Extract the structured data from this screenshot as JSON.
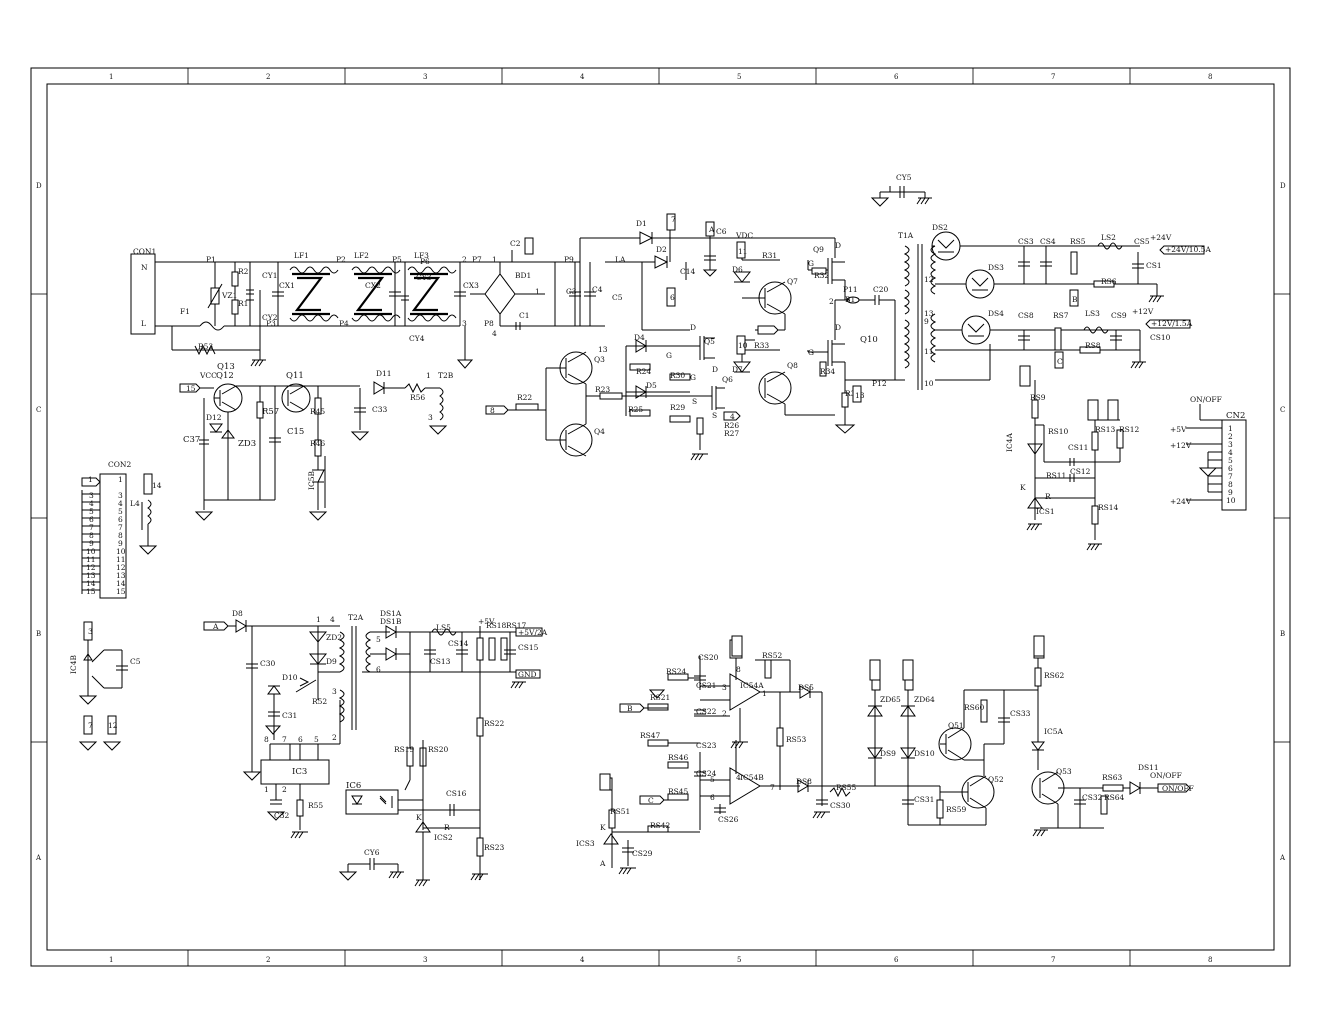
{
  "frame": {
    "col_labels": [
      "1",
      "2",
      "3",
      "4",
      "5",
      "6",
      "7",
      "8"
    ],
    "row_labels": [
      "D",
      "C",
      "B",
      "A"
    ]
  },
  "connectors": {
    "con1": {
      "name": "CON1",
      "pins": [
        "N",
        "L"
      ]
    },
    "con2": {
      "name": "CON2",
      "pins": [
        "1",
        "3",
        "4",
        "5",
        "6",
        "7",
        "8",
        "9",
        "10",
        "11",
        "12",
        "13",
        "14",
        "15"
      ],
      "pin_numbers": [
        "1",
        "3",
        "4",
        "5",
        "6",
        "7",
        "8",
        "9",
        "10",
        "11",
        "12",
        "13",
        "14",
        "15"
      ]
    },
    "cn2": {
      "name": "CN2",
      "pins": [
        "1",
        "2",
        "3",
        "4",
        "5",
        "6",
        "7",
        "8",
        "9",
        "10"
      ],
      "rails": [
        "+5V",
        "+12V",
        "+24V"
      ]
    },
    "onoff_top": "ON/OFF"
  },
  "labels": {
    "primary": [
      "P1",
      "F1",
      "R53",
      "Q13",
      "R2",
      "R1",
      "VZ1",
      "CY1",
      "CY2",
      "P3",
      "CX1",
      "LF1",
      "LF2",
      "LF3",
      "P2",
      "P4",
      "P5",
      "CX2",
      "CY3",
      "CY4",
      "P7",
      "CX3",
      "BD1",
      "P8",
      "C2",
      "C1",
      "P9",
      "C3",
      "C4",
      "C5",
      "LA",
      "D1",
      "D2",
      "C14",
      "C6",
      "VDC",
      "Q9",
      "R31",
      "D6",
      "Q7",
      "R32",
      "Q8",
      "R33",
      "D7",
      "R34",
      "R36",
      "P11",
      "B1",
      "C20",
      "Q10",
      "T1A",
      "P12",
      "CY5"
    ],
    "driver": [
      "15",
      "VCC",
      "Q12",
      "Q11",
      "R57",
      "D12",
      "ZD3",
      "C37",
      "C15",
      "R45",
      "R46",
      "D11",
      "R56",
      "T2B",
      "C33",
      "IC5B",
      "14",
      "L4",
      "R22",
      "Q3",
      "Q4",
      "R23",
      "D4",
      "R24",
      "D5",
      "R25",
      "R30",
      "R29",
      "Q5",
      "Q6",
      "R26",
      "R27",
      "G",
      "D",
      "S"
    ],
    "secondary": [
      "DS2",
      "DS3",
      "DS4",
      "CS3",
      "CS4",
      "RS5",
      "LS2",
      "CS5",
      "CS1",
      "RS6",
      "+24V",
      "+24V/10.5A",
      "CS8",
      "RS7",
      "LS3",
      "CS9",
      "RS8",
      "CS10",
      "+12V",
      "+12V/1.5A",
      "RS9",
      "RS10",
      "IC4A",
      "CS11",
      "RS11",
      "CS12",
      "RS13",
      "RS12",
      "ICS1",
      "RS14"
    ],
    "standby": [
      "D8",
      "C30",
      "D10",
      "C31",
      "R52",
      "IC3",
      "R55",
      "C32",
      "T2A",
      "ZD2",
      "D9",
      "DS1A",
      "DS1B",
      "LS5",
      "CS13",
      "CS14",
      "RS18",
      "RS17",
      "+5V",
      "+5V/2A",
      "CS15",
      "GND",
      "RS19",
      "RS20",
      "RS22",
      "IC6",
      "CS16",
      "ICS2",
      "RS23",
      "CY6",
      "IC4B",
      "C5"
    ],
    "control": [
      "CS20",
      "RS24",
      "CS21",
      "RS21",
      "CS22",
      "IC54A",
      "RS52",
      "DS5",
      "RS53",
      "RS47",
      "CS23",
      "RS46",
      "CS24",
      "IC54B",
      "RS45",
      "RS42",
      "CS26",
      "DS8",
      "RS55",
      "CS30",
      "RS51",
      "ICS3",
      "CS29",
      "ZD65",
      "ZD64",
      "DS9",
      "DS10",
      "CS31",
      "Q51",
      "Q52",
      "RS59",
      "RS60",
      "CS33",
      "RS62",
      "IC5A",
      "Q53",
      "CS32",
      "RS63",
      "RS64",
      "DS11",
      "ON/OFF"
    ],
    "tags": [
      "A",
      "B",
      "C",
      "8",
      "9",
      "10",
      "11",
      "12",
      "13",
      "14",
      "15",
      "1",
      "2",
      "3",
      "4",
      "5",
      "6",
      "7"
    ]
  },
  "title": ""
}
